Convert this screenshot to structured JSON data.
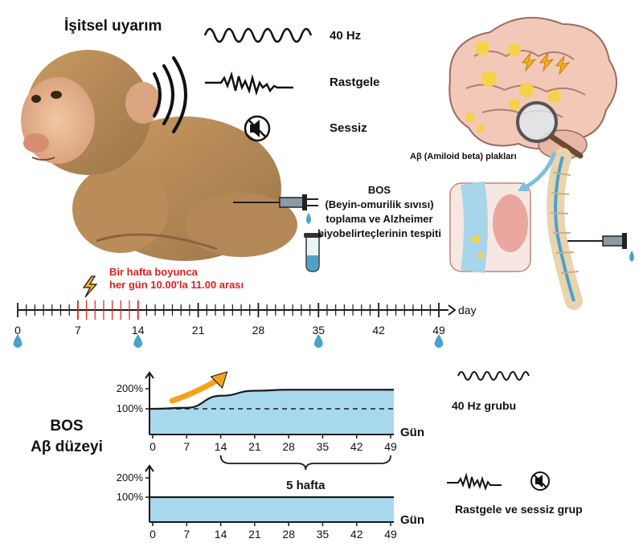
{
  "stimulus_title": "İşitsel uyarım",
  "conditions": [
    {
      "label": "40 Hz",
      "icon": "regular-wave-icon"
    },
    {
      "label": "Rastgele",
      "icon": "random-wave-icon"
    },
    {
      "label": "Sessiz",
      "icon": "muted-speaker-icon"
    }
  ],
  "plaque_label": "Aβ (Amiloid beta) plakları",
  "csf_label": [
    "BOS",
    "(Beyin-omurilik sıvısı)",
    "toplama ve Alzheimer",
    "biyobelirteçlerinin tespiti"
  ],
  "timeline": {
    "note_lines": [
      "Bir hafta boyunca",
      "her gün 10.00'la 11.00 arası"
    ],
    "unit": "day",
    "ticks": [
      "0",
      "7",
      "14",
      "21",
      "28",
      "35",
      "42",
      "49"
    ],
    "stim_range": [
      7,
      14
    ],
    "sample_days": [
      0,
      14,
      35,
      49
    ]
  },
  "chart_section_label": [
    "BOS",
    "Aβ düzeyi"
  ],
  "chart_data": [
    {
      "type": "area",
      "x": [
        0,
        7,
        14,
        21,
        28,
        35,
        42,
        49
      ],
      "series": [
        {
          "values": [
            100,
            105,
            165,
            190,
            195,
            195,
            195,
            195
          ]
        }
      ],
      "baseline": 100,
      "yticks": [
        "100%",
        "200%"
      ],
      "xlabel": "Gün",
      "group_label": "40 Hz grubu",
      "bracket_label": "5 hafta"
    },
    {
      "type": "area",
      "x": [
        0,
        7,
        14,
        21,
        28,
        35,
        42,
        49
      ],
      "series": [
        {
          "values": [
            100,
            100,
            100,
            100,
            100,
            100,
            100,
            100
          ]
        }
      ],
      "yticks": [
        "100%",
        "200%"
      ],
      "xlabel": "Gün",
      "group_label": "Rastgele ve sessiz grup"
    }
  ],
  "colors": {
    "fill": "#a8d8ee",
    "line": "#1a1a1a",
    "accent": "#f2a51c",
    "red": "#e02020",
    "drop": "#4aa3c8",
    "brain": "#f2c8b8"
  }
}
